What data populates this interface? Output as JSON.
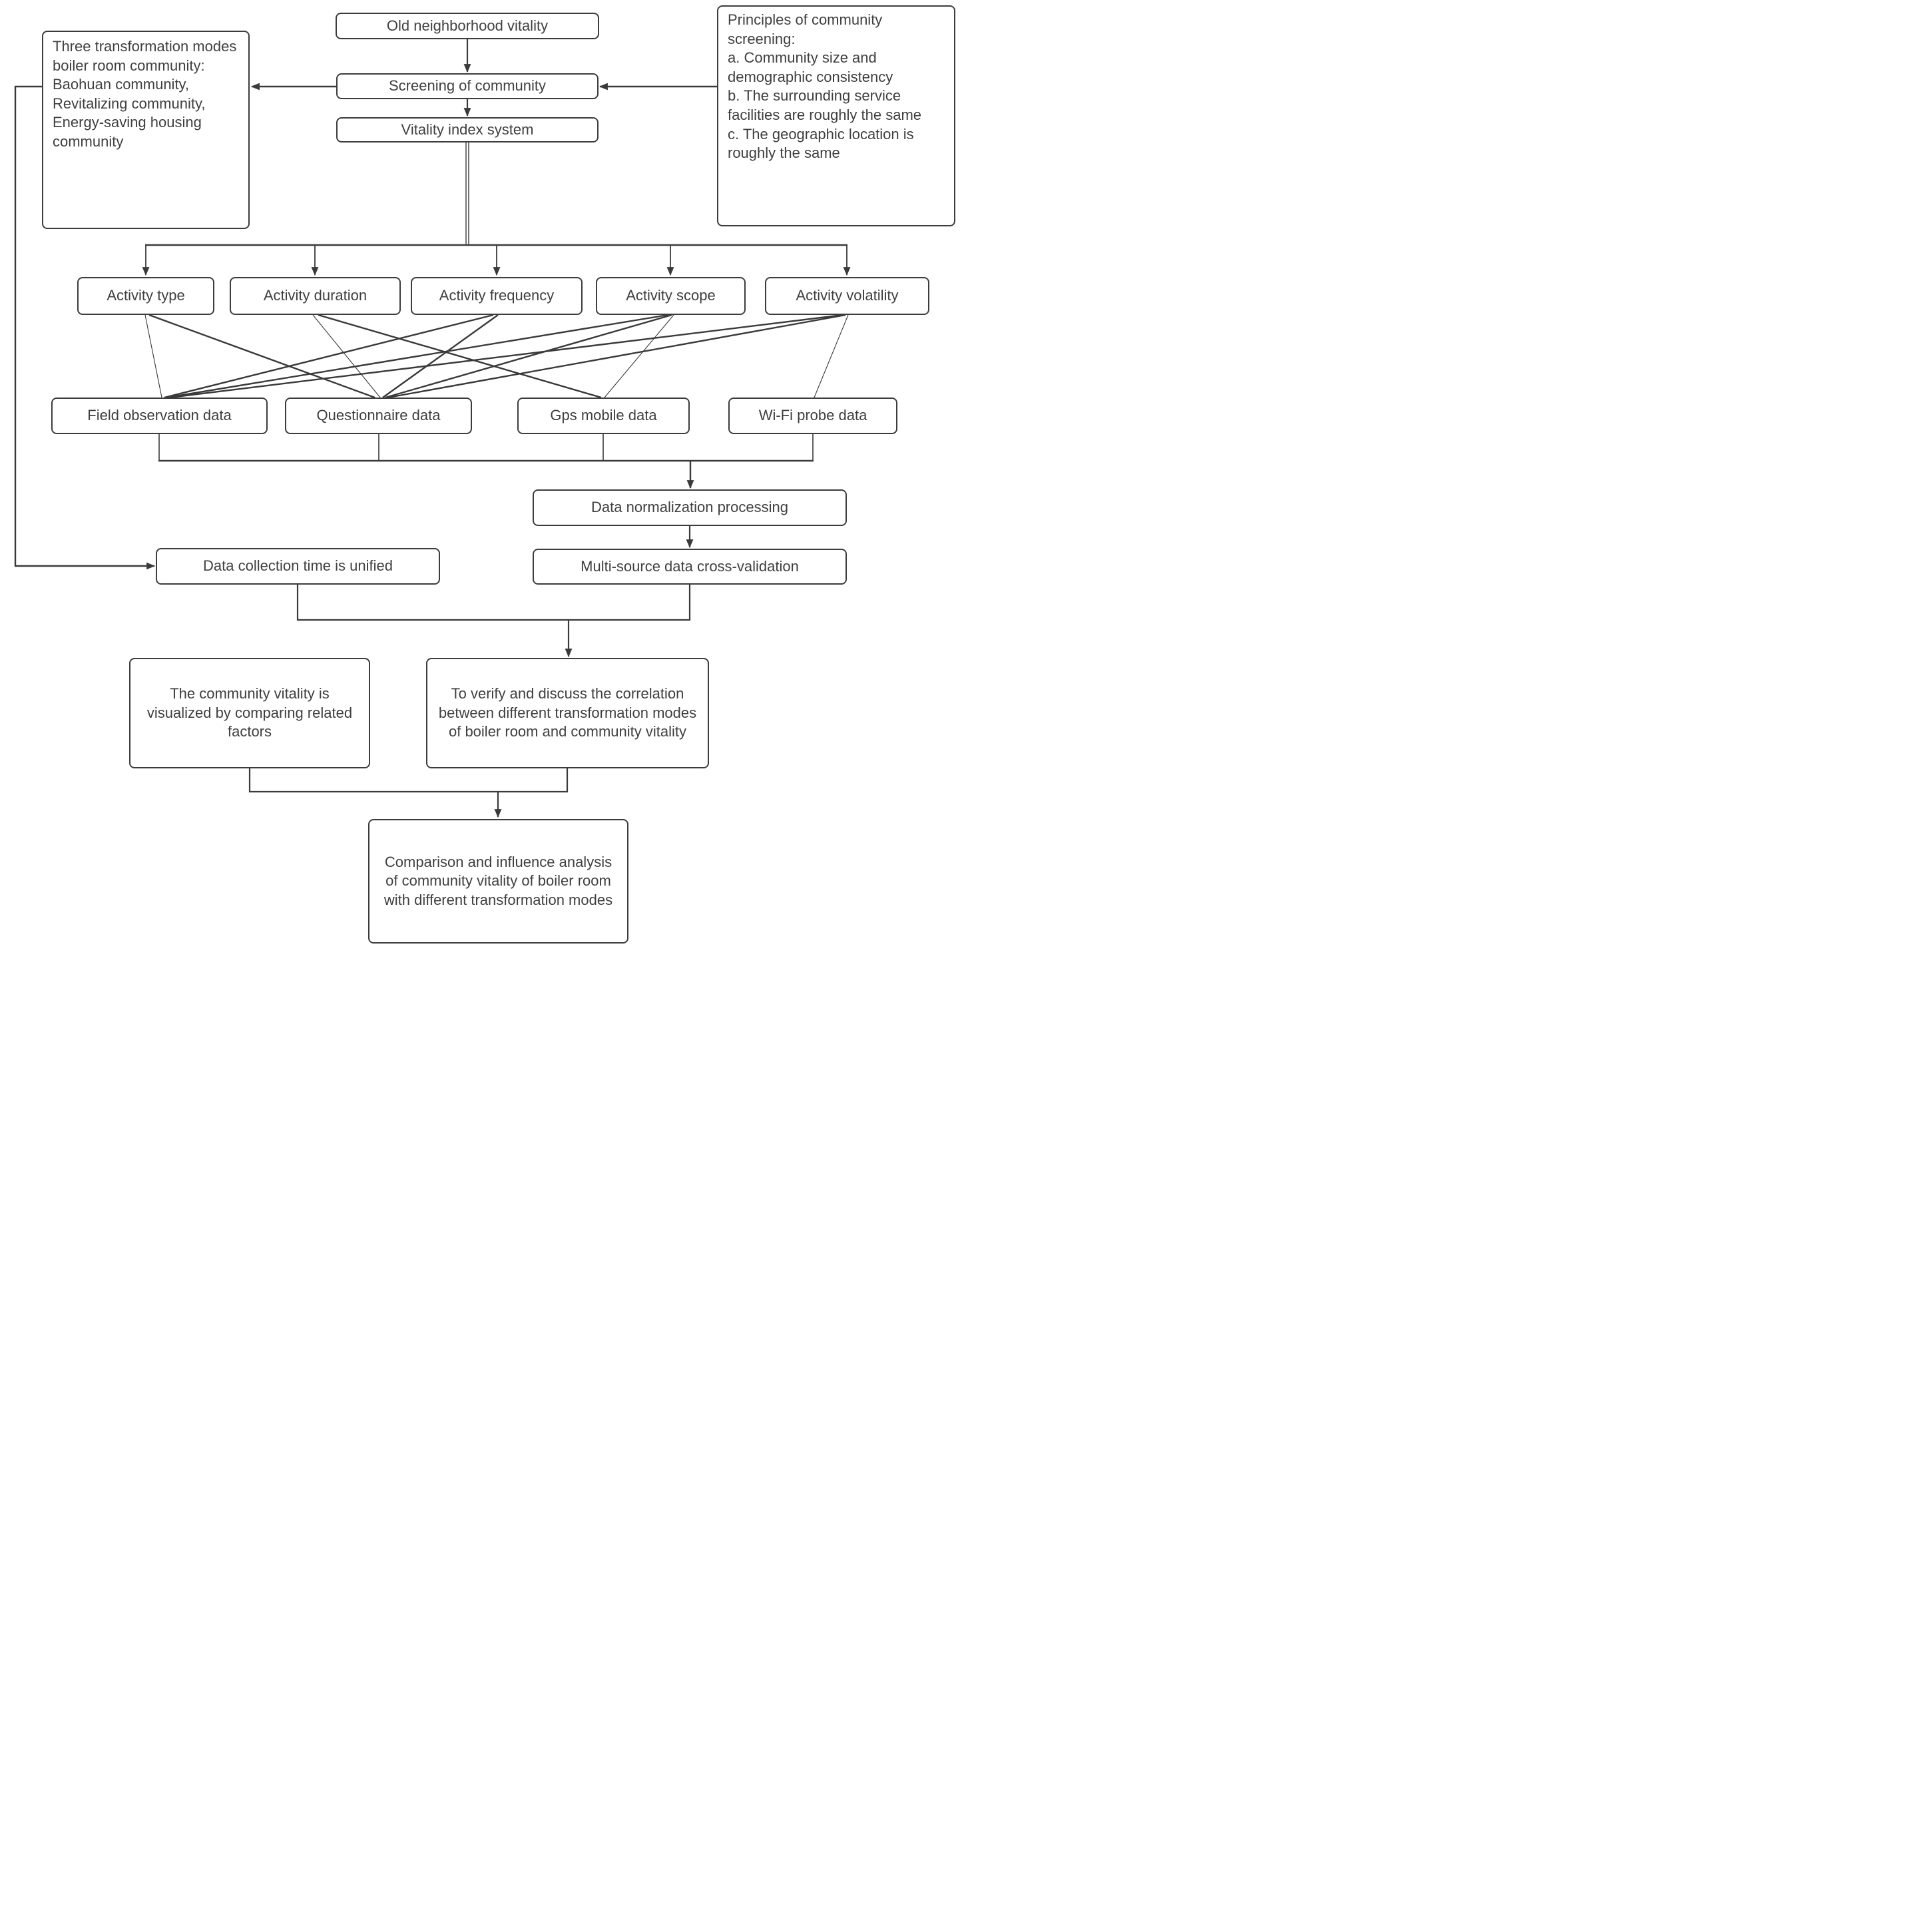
{
  "nodes": {
    "old_neighborhood": {
      "label": "Old neighborhood vitality"
    },
    "screening": {
      "label": "Screening of community"
    },
    "vitality_index": {
      "label": "Vitality index system"
    },
    "three_modes": {
      "heading": "Three transformation modes boiler room community:",
      "body": "Baohuan community, Revitalizing community, Energy-saving housing community"
    },
    "principles": {
      "lines": [
        "Principles of community screening:",
        "a. Community size and demographic consistency",
        "b. The surrounding service facilities are roughly the same",
        "c. The geographic location is roughly the same"
      ]
    },
    "indicators": [
      {
        "label": "Activity type"
      },
      {
        "label": "Activity duration"
      },
      {
        "label": "Activity frequency"
      },
      {
        "label": "Activity scope"
      },
      {
        "label": "Activity volatility"
      }
    ],
    "data_sources": [
      {
        "label": "Field observation data"
      },
      {
        "label": "Questionnaire data"
      },
      {
        "label": "Gps mobile data"
      },
      {
        "label": "Wi-Fi probe data"
      }
    ],
    "data_normalization": {
      "label": "Data normalization processing"
    },
    "multi_source": {
      "label": "Multi-source data cross-validation"
    },
    "data_collection": {
      "label": "Data collection time is unified"
    },
    "community_vitality": {
      "label": "The community vitality is visualized by comparing related factors"
    },
    "to_verify": {
      "label": "To verify and discuss the correlation between different transformation modes of boiler room and community vitality"
    },
    "final_comparison": {
      "label": "Comparison and influence analysis of community vitality of boiler room with different transformation modes"
    }
  },
  "connections": [
    {
      "from": "Old neighborhood vitality",
      "to": "Screening of community"
    },
    {
      "from": "Principles of community screening",
      "to": "Screening of community"
    },
    {
      "from": "Screening of community",
      "to": "Three transformation modes boiler room community"
    },
    {
      "from": "Screening of community",
      "to": "Vitality index system"
    },
    {
      "from": "Vitality index system",
      "to": "Activity type"
    },
    {
      "from": "Vitality index system",
      "to": "Activity duration"
    },
    {
      "from": "Vitality index system",
      "to": "Activity frequency"
    },
    {
      "from": "Vitality index system",
      "to": "Activity scope"
    },
    {
      "from": "Vitality index system",
      "to": "Activity volatility"
    },
    {
      "from": "Activity type",
      "to": "Field observation data"
    },
    {
      "from": "Activity type",
      "to": "Questionnaire data"
    },
    {
      "from": "Activity duration",
      "to": "Questionnaire data"
    },
    {
      "from": "Activity duration",
      "to": "Gps mobile data"
    },
    {
      "from": "Activity frequency",
      "to": "Field observation data"
    },
    {
      "from": "Activity frequency",
      "to": "Questionnaire data"
    },
    {
      "from": "Activity scope",
      "to": "Field observation data"
    },
    {
      "from": "Activity scope",
      "to": "Questionnaire data"
    },
    {
      "from": "Activity scope",
      "to": "Gps mobile data"
    },
    {
      "from": "Activity volatility",
      "to": "Field observation data"
    },
    {
      "from": "Activity volatility",
      "to": "Questionnaire data"
    },
    {
      "from": "Activity volatility",
      "to": "Wi-Fi probe data"
    },
    {
      "from": "Field observation data",
      "to": "Data normalization processing"
    },
    {
      "from": "Questionnaire data",
      "to": "Data normalization processing"
    },
    {
      "from": "Gps mobile data",
      "to": "Data normalization processing"
    },
    {
      "from": "Wi-Fi probe data",
      "to": "Data normalization processing"
    },
    {
      "from": "Data normalization processing",
      "to": "Multi-source data cross-validation"
    },
    {
      "from": "Three transformation modes boiler room community",
      "to": "Data collection time is unified"
    },
    {
      "from": "Data collection time is unified",
      "to": "To verify and discuss the correlation between different transformation modes of boiler room and community vitality"
    },
    {
      "from": "Multi-source data cross-validation",
      "to": "To verify and discuss the correlation between different transformation modes of boiler room and community vitality"
    },
    {
      "from": "The community vitality is visualized by comparing related factors",
      "to": "Comparison and influence analysis of community vitality of boiler room with different transformation modes"
    },
    {
      "from": "To verify and discuss the correlation between different transformation modes of boiler room and community vitality",
      "to": "Comparison and influence analysis of community vitality of boiler room with different transformation modes"
    }
  ],
  "colors": {
    "line": "#3a3a3a",
    "border": "#3c3c3c",
    "text": "#3f3f3f",
    "background": "#ffffff"
  }
}
